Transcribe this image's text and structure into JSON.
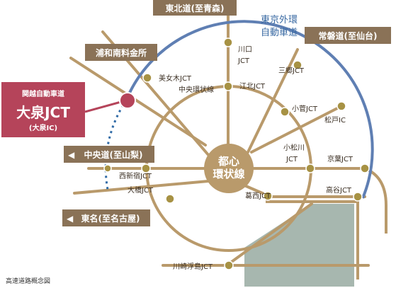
{
  "colors": {
    "road": "#b99a6b",
    "ring_outer": "#5f7fb3",
    "node": "#a79244",
    "box": "#8a7257",
    "highlight": "#b5445a",
    "area": "#a7b7af",
    "dash": "#2f6aa6",
    "ring_label": "#3a6aa3"
  },
  "labels": {
    "tohoku": "東北道(至青森)",
    "gaikan_1": "東京外環",
    "gaikan_2": "自動車道",
    "joban": "常磐道(至仙台)",
    "urawa": "浦和南料金所",
    "kanetsu": "関越自動車道",
    "oizumi": "大泉JCT",
    "oizumi_ic": "(大泉IC)",
    "chuo": "中央道(至山梨)",
    "tomei": "東名(至名古屋)",
    "center_1": "都心",
    "center_2": "環状線",
    "misato": "三郷JCT",
    "misato_parts": {
      "a": "三郷",
      "b": "JCT"
    },
    "kawaguchi_1": "川口",
    "kawaguchi_2": "JCT",
    "bijogi": "美女木JCT",
    "chuo_kanjo": "中央環状線",
    "kosuge": "小菅JCT",
    "matsudo": "松戸IC",
    "komatsugawa_1": "小松川",
    "komatsugawa_2": "JCT",
    "keiyo": "京葉JCT",
    "nishishinjuku": "西新宿JCT",
    "ohashi": "大橋JCT",
    "koya": "高谷JCT",
    "kasai": "葛西JCT",
    "kawasaki": "川崎浮島JCT",
    "caption": "高速道路概念図",
    "egawa": "江北JCT"
  },
  "icons": {
    "arrow": "left-arrow-icon"
  }
}
